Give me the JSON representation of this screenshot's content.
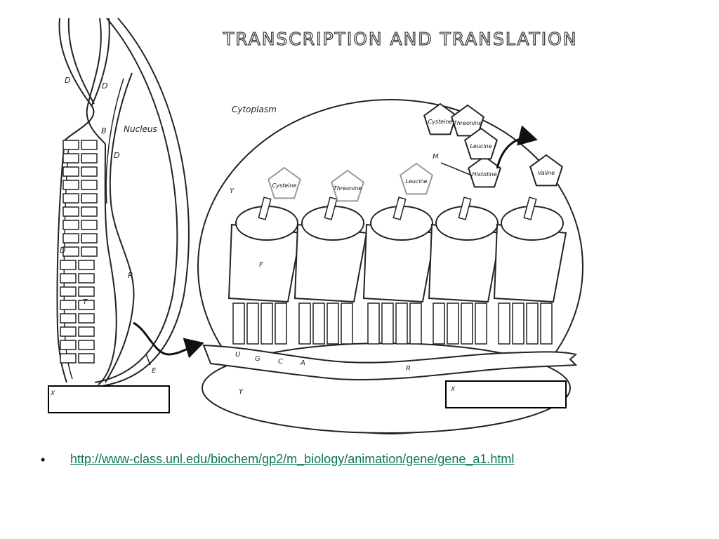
{
  "title": "TRANSCRIPTION AND TRANSLATION",
  "labels": {
    "nucleus": "Nucleus",
    "cytoplasm": "Cytoplasm",
    "letters": {
      "d": "D",
      "b": "B",
      "r": "R",
      "t": "T",
      "e": "E",
      "x": "X",
      "y": "Y",
      "f": "F",
      "m": "M"
    },
    "bases": {
      "u": "U",
      "g": "G",
      "c": "C",
      "a": "A"
    }
  },
  "tethered_amino_acids": [
    "Cysteine",
    "Threonine",
    "Leucine",
    "Histidine",
    "Valine"
  ],
  "chain_amino_acids": [
    "Cysteine",
    "Threonine",
    "Leucine"
  ],
  "answer_box_left_label": "X",
  "answer_box_right_label": "X",
  "link_url": "http://www-class.unl.edu/biochem/gp2/m_biology/animation/gene/gene_a1.html",
  "colors": {
    "link": "#0a7a4a"
  }
}
